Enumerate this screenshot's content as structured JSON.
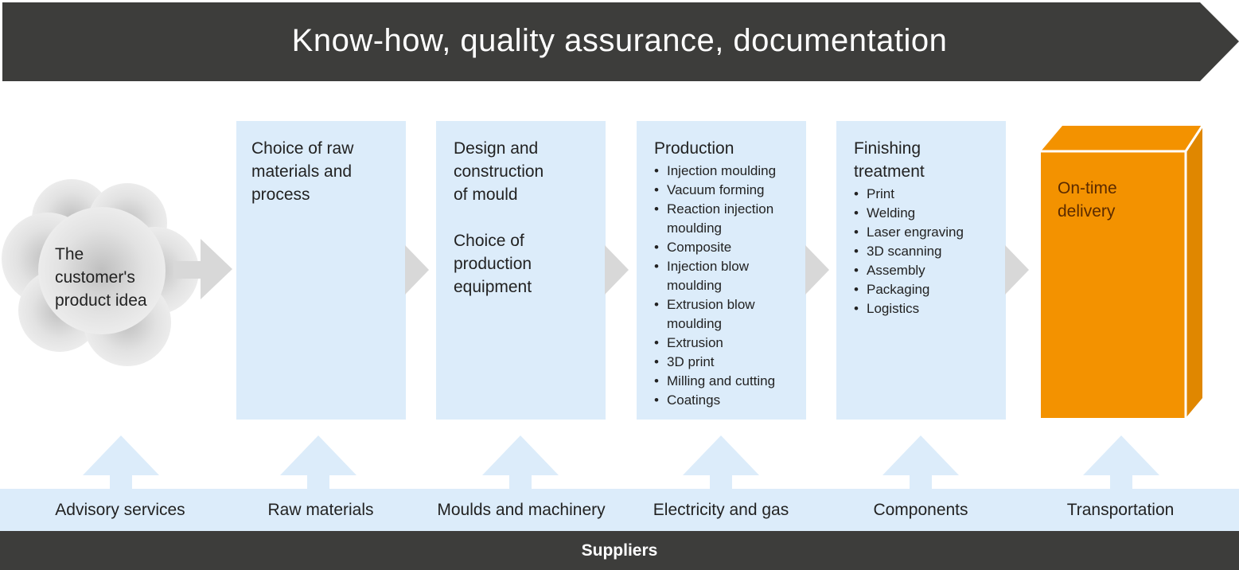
{
  "banner": {
    "title": "Know-how, quality assurance, documentation"
  },
  "cloud": {
    "text": "The customer's product idea",
    "lines": [
      "The",
      "customer's",
      "product idea"
    ]
  },
  "steps": [
    {
      "title_lines": [
        "Choice of raw",
        "materials and",
        "process"
      ],
      "items": []
    },
    {
      "title_lines": [
        "Design and",
        "construction",
        "of mould"
      ],
      "subtitle_lines": [
        "Choice of",
        "production",
        "equipment"
      ],
      "items": []
    },
    {
      "title_lines": [
        "Production"
      ],
      "items": [
        "Injection moulding",
        "Vacuum forming",
        "Reaction injection moulding",
        "Composite",
        "Injection blow moulding",
        "Extrusion blow moulding",
        "Extrusion",
        "3D print",
        "Milling and cutting",
        "Coatings"
      ]
    },
    {
      "title_lines": [
        "Finishing",
        "treatment"
      ],
      "items": [
        "Print",
        "Welding",
        "Laser engraving",
        "3D scanning",
        "Assembly",
        "Packaging",
        "Logistics"
      ]
    }
  ],
  "delivery": {
    "lines": [
      "On-time",
      "delivery"
    ]
  },
  "suppliers": {
    "items": [
      "Advisory services",
      "Raw materials",
      "Moulds and machinery",
      "Electricity and gas",
      "Components",
      "Transportation"
    ],
    "footer": "Suppliers"
  },
  "colors": {
    "banner": "#3d3d3b",
    "box": "#dcecfa",
    "delivery": "#f39200",
    "delivery_dark": "#e08700",
    "arrow": "#d8d8d8",
    "cloud": "#e6e6e6"
  }
}
